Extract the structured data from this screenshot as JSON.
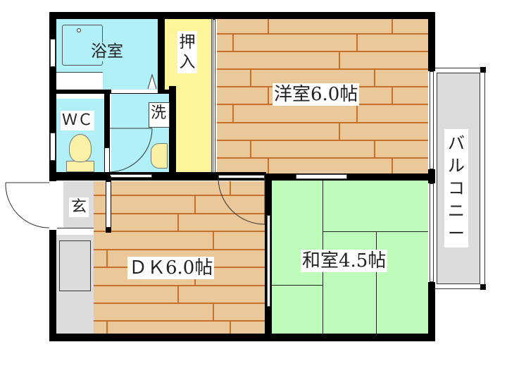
{
  "floor_plan": {
    "layout": "1DK",
    "rooms": [
      {
        "id": "bath",
        "label": "浴室",
        "type": "bathroom"
      },
      {
        "id": "closet",
        "label": "押入",
        "type": "closet"
      },
      {
        "id": "western",
        "label": "洋室6.0帖",
        "type": "western-room",
        "size_jo": 6.0
      },
      {
        "id": "wc",
        "label": "ＷＣ",
        "type": "toilet"
      },
      {
        "id": "washroom",
        "label": "洗",
        "type": "washroom"
      },
      {
        "id": "entrance",
        "label": "玄",
        "type": "entrance"
      },
      {
        "id": "dk",
        "label": "ＤＫ6.0帖",
        "type": "dining-kitchen",
        "size_jo": 6.0
      },
      {
        "id": "japanese",
        "label": "和室4.5帖",
        "type": "japanese-room",
        "size_jo": 4.5
      },
      {
        "id": "balcony",
        "label": "バルコニー",
        "type": "balcony"
      }
    ],
    "colors": {
      "wall": "#000000",
      "wood_floor": "#ebc89a",
      "wood_seam": "#c8702a",
      "wet_area": "#b2f0f8",
      "closet": "#fdf59a",
      "tatami": "#bdfdb9",
      "entrance": "#dcdcdc",
      "balcony": "#dcdcdc",
      "fixture": "#fbf1a6"
    }
  }
}
